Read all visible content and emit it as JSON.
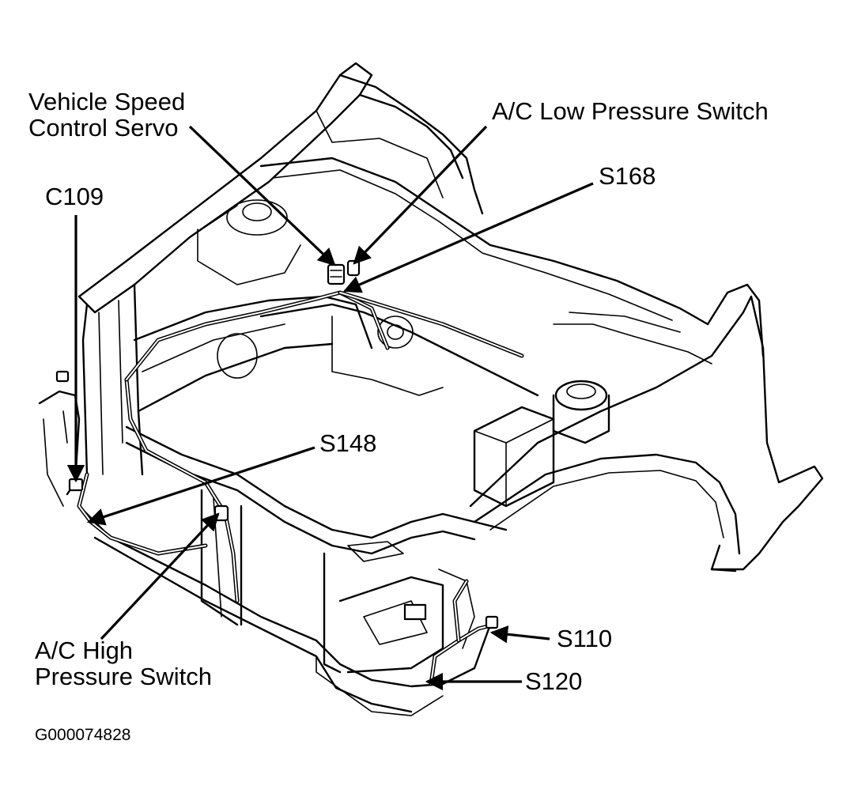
{
  "callouts": {
    "vehicle_speed_control_servo": [
      "Vehicle Speed",
      "Control Servo"
    ],
    "ac_low_pressure_switch": "A/C Low Pressure Switch",
    "s168": "S168",
    "c109": "C109",
    "s148": "S148",
    "ac_high_pressure_switch": [
      "A/C High",
      "Pressure Switch"
    ],
    "s110": "S110",
    "s120": "S120"
  },
  "figure_id": "G000074828",
  "colors": {
    "line": "#000000",
    "background": "#ffffff"
  }
}
